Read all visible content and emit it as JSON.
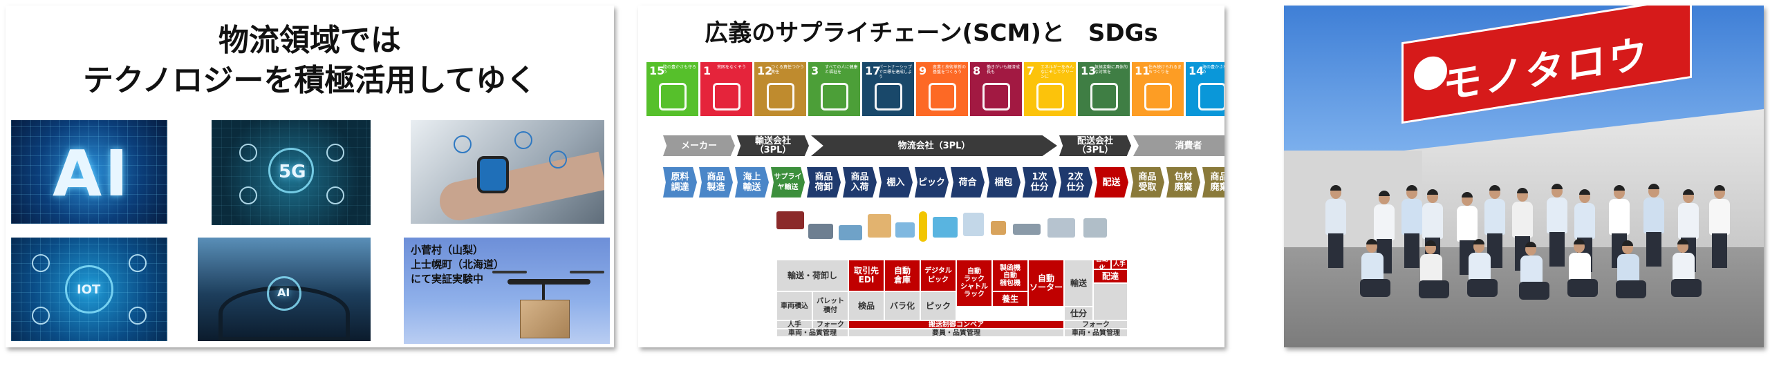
{
  "slide1": {
    "title_line1": "物流領域では",
    "title_line2": "テクノロジーを積極活用してゆく",
    "tile_ai_label": "AI",
    "tile_5g_label": "5G",
    "tile_iot_label": "IOT",
    "tile_car_label": "AI",
    "drone_caption": "小菅村（山梨）\n上士幌町（北海道）\nにて実証実験中"
  },
  "slide2": {
    "title": "広義のサプライチェーン(SCM)と　SDGs",
    "sdgs": [
      {
        "num": "15",
        "text": "陸の豊かさも守ろう",
        "color": "#56c02b"
      },
      {
        "num": "1",
        "text": "貧困をなくそう",
        "color": "#e5243b"
      },
      {
        "num": "12",
        "text": "つくる責任つかう責任",
        "color": "#bf8b2e"
      },
      {
        "num": "3",
        "text": "すべての人に健康と福祉を",
        "color": "#4c9f38"
      },
      {
        "num": "17",
        "text": "パートナーシップで目標を達成しよう",
        "color": "#19486a"
      },
      {
        "num": "9",
        "text": "産業と技術革新の基盤をつくろう",
        "color": "#fd6925"
      },
      {
        "num": "8",
        "text": "働きがいも経済成長も",
        "color": "#a21942"
      },
      {
        "num": "7",
        "text": "エネルギーをみんなにそしてクリーンに",
        "color": "#fcc30b"
      },
      {
        "num": "13",
        "text": "気候変動に具体的な対策を",
        "color": "#3f7e44"
      },
      {
        "num": "11",
        "text": "住み続けられるまちづくりを",
        "color": "#fd9d24"
      },
      {
        "num": "14",
        "text": "海の豊かさを守ろう",
        "color": "#0a97d9"
      }
    ],
    "stages": {
      "maker": "メーカー",
      "transport1": "輸送会社\n（3PL）",
      "logistics": "物流会社（3PL）",
      "delivery": "配送会社\n（3PL）",
      "consumer": "消費者"
    },
    "steps": [
      {
        "label": "原料\n調達",
        "color": "#4a86c8"
      },
      {
        "label": "商品\n製造",
        "color": "#4a86c8"
      },
      {
        "label": "海上\n輸送",
        "color": "#4a86c8"
      },
      {
        "label": "サプライ\nヤ輸送",
        "color": "#3c8f3c"
      },
      {
        "label": "商品\n荷卸",
        "color": "#1f3a6e"
      },
      {
        "label": "商品\n入荷",
        "color": "#1f3a6e"
      },
      {
        "label": "棚入",
        "color": "#1f3a6e"
      },
      {
        "label": "ピック",
        "color": "#1f3a6e"
      },
      {
        "label": "荷合",
        "color": "#1f3a6e"
      },
      {
        "label": "梱包",
        "color": "#1f3a6e"
      },
      {
        "label": "1次\n仕分",
        "color": "#1f3a6e"
      },
      {
        "label": "2次\n仕分",
        "color": "#1f3a6e"
      },
      {
        "label": "配送",
        "color": "#c00000"
      },
      {
        "label": "商品\n受取",
        "color": "#8a7a3a"
      },
      {
        "label": "包材\n廃棄",
        "color": "#8a7a3a"
      },
      {
        "label": "商品\n廃棄",
        "color": "#8a7a3a"
      }
    ],
    "grid": {
      "unload": "輸送・荷卸し",
      "edi": "取引先\nEDI",
      "auto_wh": "自動\n倉庫",
      "digital_pick": "デジタル\nピック",
      "auto_rack": "自動\nラック\nシャトル\nラック",
      "packer": "製函機\n自動\n梱包機",
      "auto_sorter": "自動\nソーター",
      "delivery_hdr": "輸送",
      "automation": "自動化",
      "manual": "人手",
      "truck_load": "車両積込",
      "pallet": "パレット\n積付",
      "inspect": "検品",
      "separate": "バラ化",
      "pick": "ピック",
      "cure": "養生",
      "sort": "仕分",
      "deliver": "配達",
      "people": "人手",
      "fork": "フォーク",
      "conveyor": "搬送制御コンベア",
      "fork2": "フォーク",
      "vehicle_qc": "車両・品質管理",
      "staff_qc": "要員・品質管理",
      "vehicle_qc2": "車両・品質管理"
    }
  },
  "slide3": {
    "sign_text": "モノタロウ"
  }
}
